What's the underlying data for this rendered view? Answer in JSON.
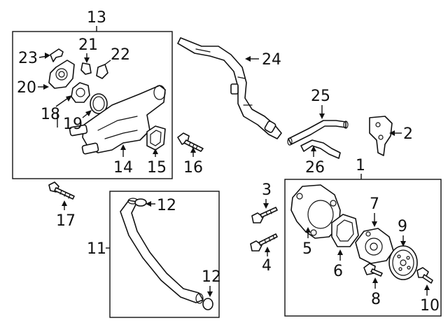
{
  "diagram": {
    "callouts": {
      "c1": "1",
      "c2": "2",
      "c3": "3",
      "c4": "4",
      "c5": "5",
      "c6": "6",
      "c7": "7",
      "c8": "8",
      "c9": "9",
      "c10": "10",
      "c11": "11",
      "c12a": "12",
      "c12b": "12",
      "c13": "13",
      "c14": "14",
      "c15": "15",
      "c16": "16",
      "c17": "17",
      "c18": "18",
      "c19": "19",
      "c20": "20",
      "c21": "21",
      "c22": "22",
      "c23": "23",
      "c24": "24",
      "c25": "25",
      "c26": "26"
    }
  }
}
